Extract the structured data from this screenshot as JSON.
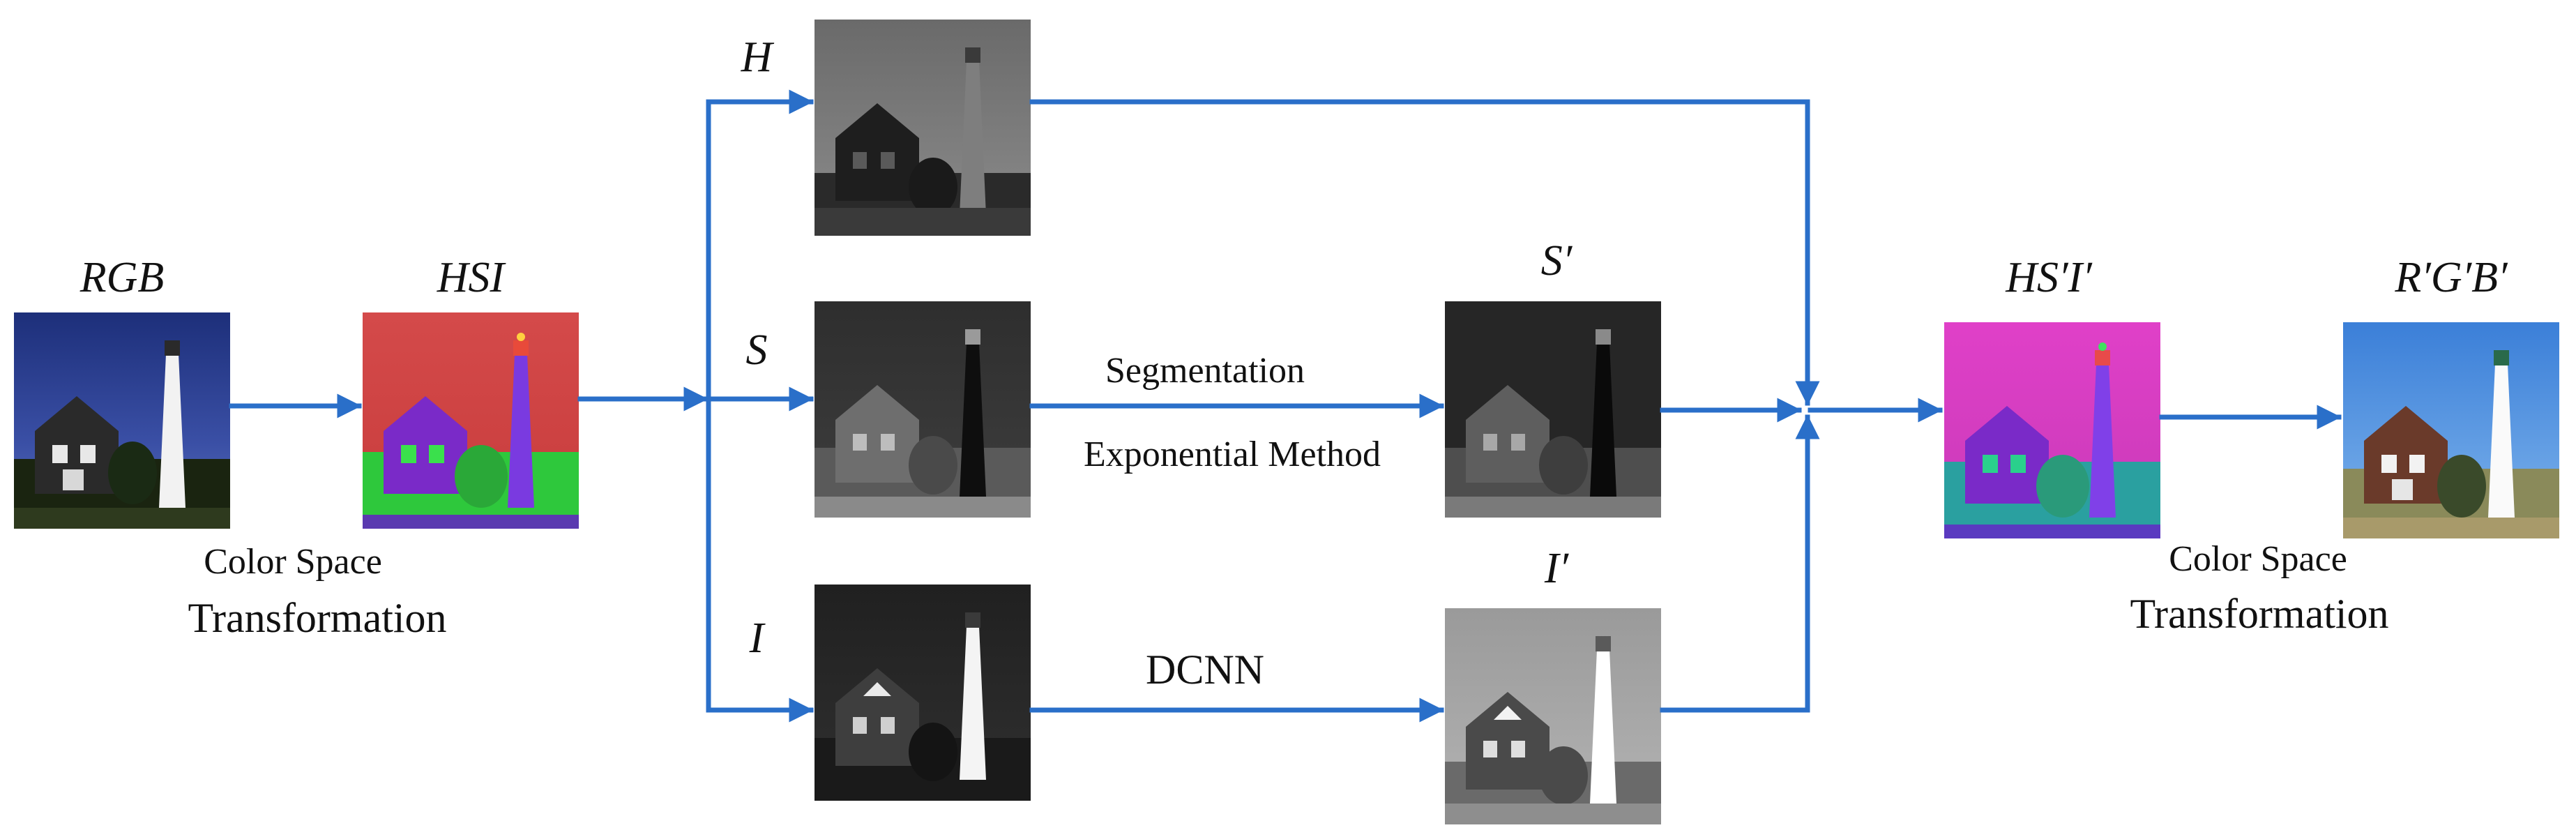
{
  "colors": {
    "arrow": "#2a6fc9",
    "text": "#111111"
  },
  "labels": {
    "rgb": "RGB",
    "hsi": "HSI",
    "h": "H",
    "s": "S",
    "i": "I",
    "s_prime": "S′",
    "i_prime": "I′",
    "hsi_prime": "HS′I′",
    "rgb_prime": "R′G′B′"
  },
  "captions": {
    "color_space_left": "Color Space",
    "transformation_left": "Transformation",
    "segmentation": "Segmentation",
    "exponential_method": "Exponential Method",
    "dcnn": "DCNN",
    "color_space_right": "Color Space",
    "transformation_right": "Transformation"
  },
  "images": {
    "rgb": "lighthouse-photo-rgb",
    "hsi": "lighthouse-photo-hsi",
    "h": "lighthouse-photo-h-channel",
    "s": "lighthouse-photo-s-channel",
    "i": "lighthouse-photo-i-channel",
    "s_prime": "lighthouse-photo-s-enhanced",
    "i_prime": "lighthouse-photo-i-enhanced",
    "hsi_prime": "lighthouse-photo-hsi-enhanced",
    "rgb_prime": "lighthouse-photo-rgb-enhanced"
  }
}
